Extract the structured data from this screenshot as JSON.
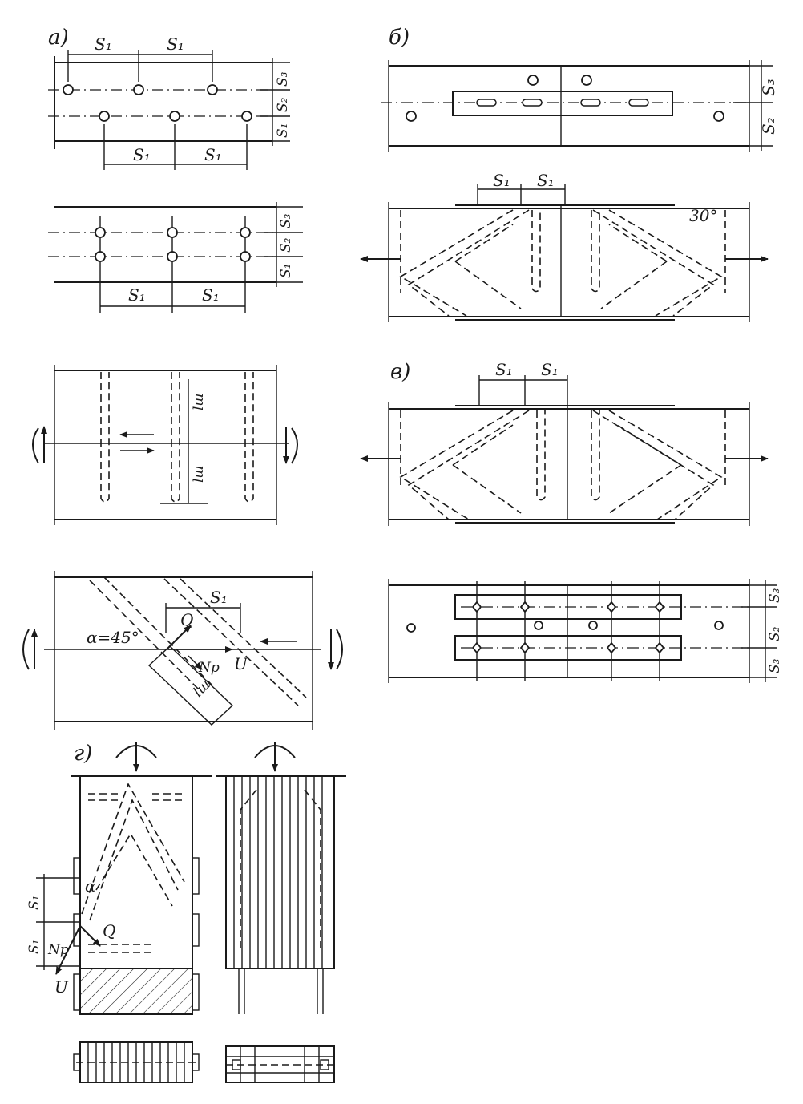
{
  "panels": {
    "a": "а)",
    "b": "б)",
    "v": "в)",
    "g": "г)"
  },
  "labels": {
    "s1": "S₁",
    "s2": "S₂",
    "s3": "S₃",
    "lw": "lш",
    "alpha_45": "α=45°",
    "alpha": "α",
    "angle_30": "30°",
    "q": "Q",
    "np": "Nр",
    "u": "U"
  }
}
